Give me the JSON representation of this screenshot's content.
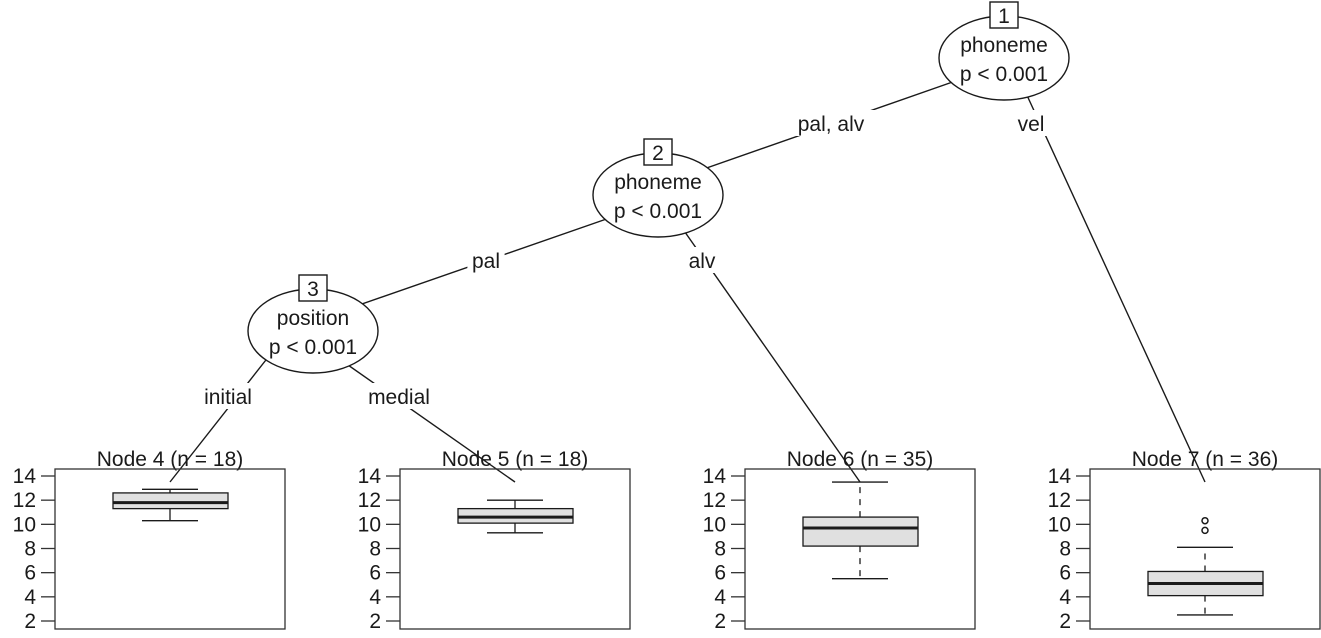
{
  "chart_data": {
    "type": "tree-boxplot",
    "title": "",
    "inner_nodes": [
      {
        "id": 1,
        "variable": "phoneme",
        "pvalue": "p < 0.001"
      },
      {
        "id": 2,
        "variable": "phoneme",
        "pvalue": "p < 0.001"
      },
      {
        "id": 3,
        "variable": "position",
        "pvalue": "p < 0.001"
      }
    ],
    "edges": [
      {
        "from": 1,
        "to": 2,
        "label": "pal, alv"
      },
      {
        "from": 1,
        "to": 7,
        "label": "vel"
      },
      {
        "from": 2,
        "to": 3,
        "label": "pal"
      },
      {
        "from": 2,
        "to": 6,
        "label": "alv"
      },
      {
        "from": 3,
        "to": 4,
        "label": "initial"
      },
      {
        "from": 3,
        "to": 5,
        "label": "medial"
      }
    ],
    "terminal_nodes": [
      {
        "id": 4,
        "title": "Node 4 (n = 18)",
        "n": 18,
        "box": {
          "whisker_low": 10.3,
          "q1": 11.3,
          "median": 11.8,
          "q3": 12.6,
          "whisker_high": 12.9
        },
        "outliers": []
      },
      {
        "id": 5,
        "title": "Node 5 (n = 18)",
        "n": 18,
        "box": {
          "whisker_low": 9.3,
          "q1": 10.1,
          "median": 10.6,
          "q3": 11.3,
          "whisker_high": 12.0
        },
        "outliers": []
      },
      {
        "id": 6,
        "title": "Node 6 (n = 35)",
        "n": 35,
        "box": {
          "whisker_low": 5.5,
          "q1": 8.2,
          "median": 9.7,
          "q3": 10.6,
          "whisker_high": 13.5
        },
        "outliers": []
      },
      {
        "id": 7,
        "title": "Node 7 (n = 36)",
        "n": 36,
        "box": {
          "whisker_low": 2.5,
          "q1": 4.1,
          "median": 5.1,
          "q3": 6.1,
          "whisker_high": 8.1
        },
        "outliers": [
          9.5,
          10.3
        ]
      }
    ],
    "yaxis": {
      "ticks": [
        2,
        4,
        6,
        8,
        10,
        12,
        14
      ],
      "tick_labels": [
        "2",
        "4",
        "6",
        "8",
        "10",
        "12",
        "14"
      ],
      "ylim": [
        1.5,
        15.0
      ]
    },
    "xlabel": "",
    "ylabel": "",
    "grid": false,
    "colors": {
      "line": "#1a1a1a",
      "box_fill": "#e0e0e0",
      "frame": "#333333"
    }
  }
}
